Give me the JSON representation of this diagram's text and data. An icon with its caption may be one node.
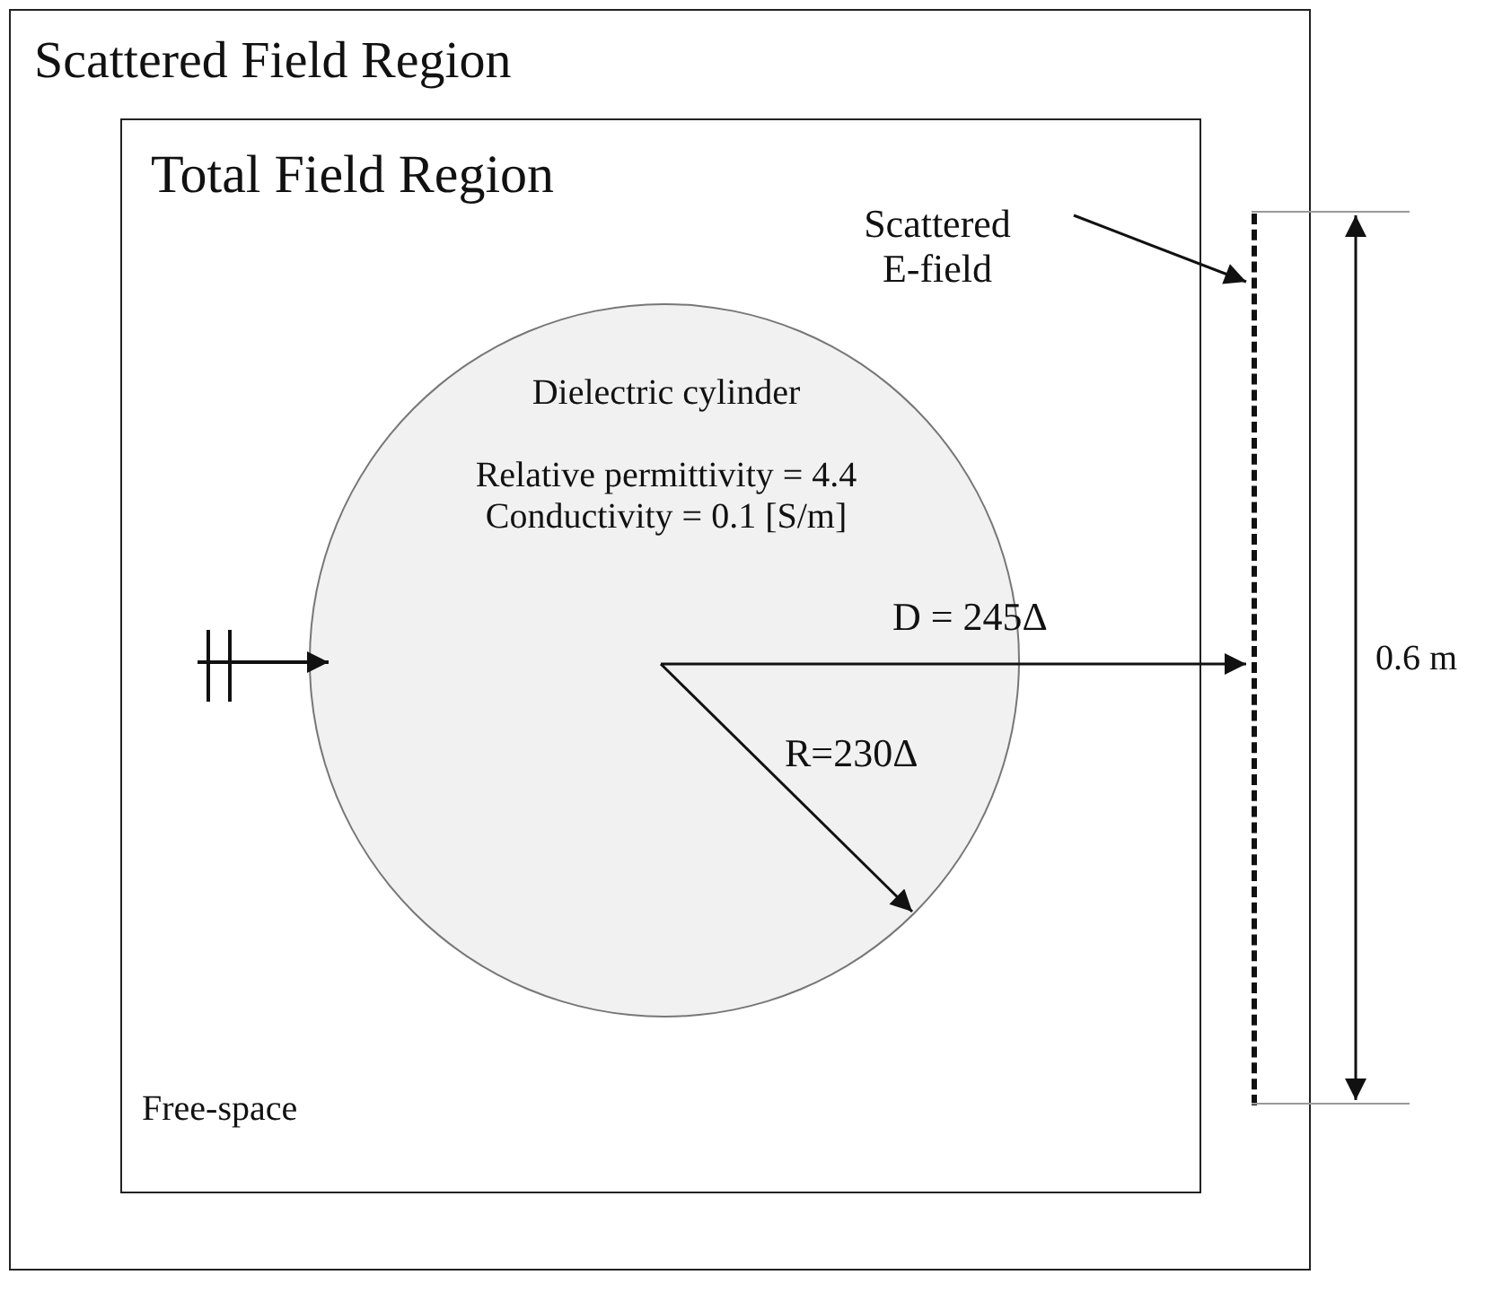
{
  "diagram": {
    "nodes": [
      {
        "text": [
          "Scattered Field Region"
        ]
      },
      {
        "text": [
          "Total Field Region"
        ],
        "in": 0
      },
      {
        "text": [
          "Dielectric cylinder",
          "Relative permittivity = 4.4 Conductivity = 0.1 [S/m]"
        ],
        "in": 1
      },
      {
        "text": [],
        "shape": "line",
        "in": 0
      },
      {
        "text": [
          "Scattered E-field"
        ],
        "in": 1
      }
    ],
    "edges": [
      {
        "from": 4,
        "to": 3,
        "arrow": "to"
      },
      {
        "from": 2,
        "to": 3,
        "arrow": "to",
        "label": "D = 245Δ"
      }
    ],
    "labels": [
      "R=230Δ",
      "Free-space",
      "0.6 m"
    ]
  }
}
